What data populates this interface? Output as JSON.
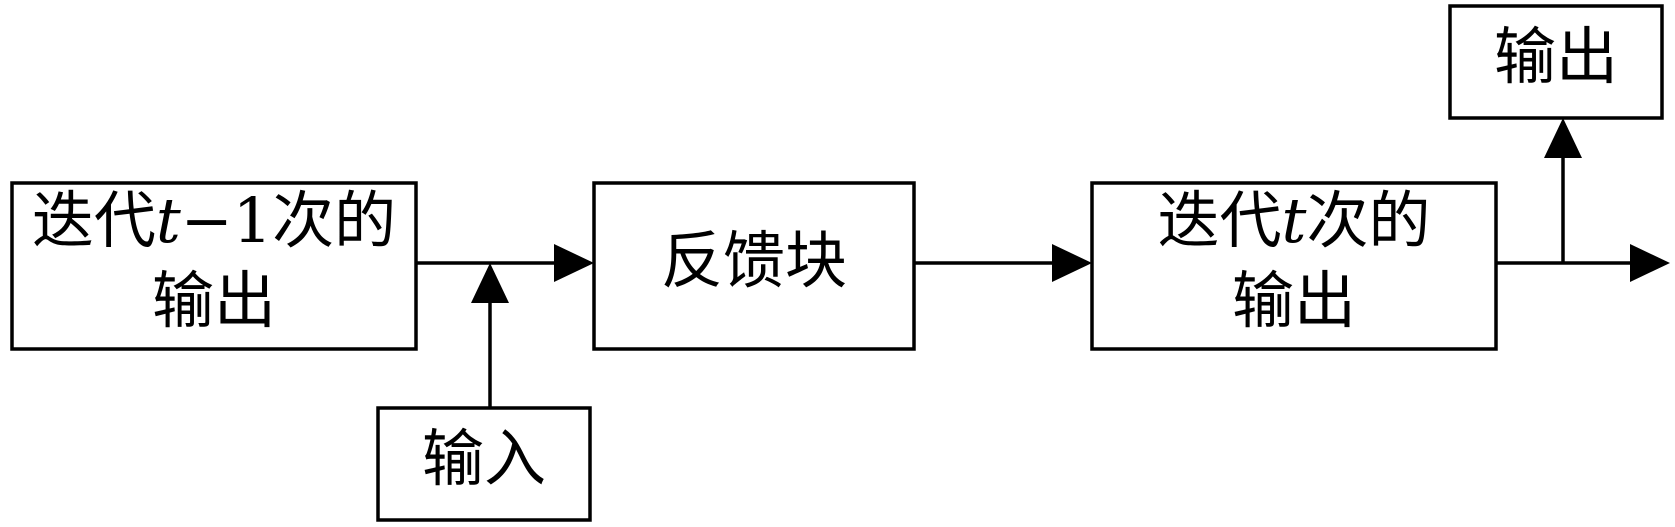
{
  "diagram": {
    "prev_output": {
      "line1_prefix": "迭代",
      "line1_var": "t",
      "line1_suffix": "−1次的",
      "line2": "输出"
    },
    "feedback_block": {
      "label": "反馈块"
    },
    "current_output": {
      "line1_prefix": "迭代",
      "line1_var": "t",
      "line1_suffix": "次的",
      "line2": "输出"
    },
    "input": {
      "label": "输入"
    },
    "output": {
      "label": "输出"
    }
  },
  "colors": {
    "stroke": "#000000",
    "background": "#ffffff"
  }
}
